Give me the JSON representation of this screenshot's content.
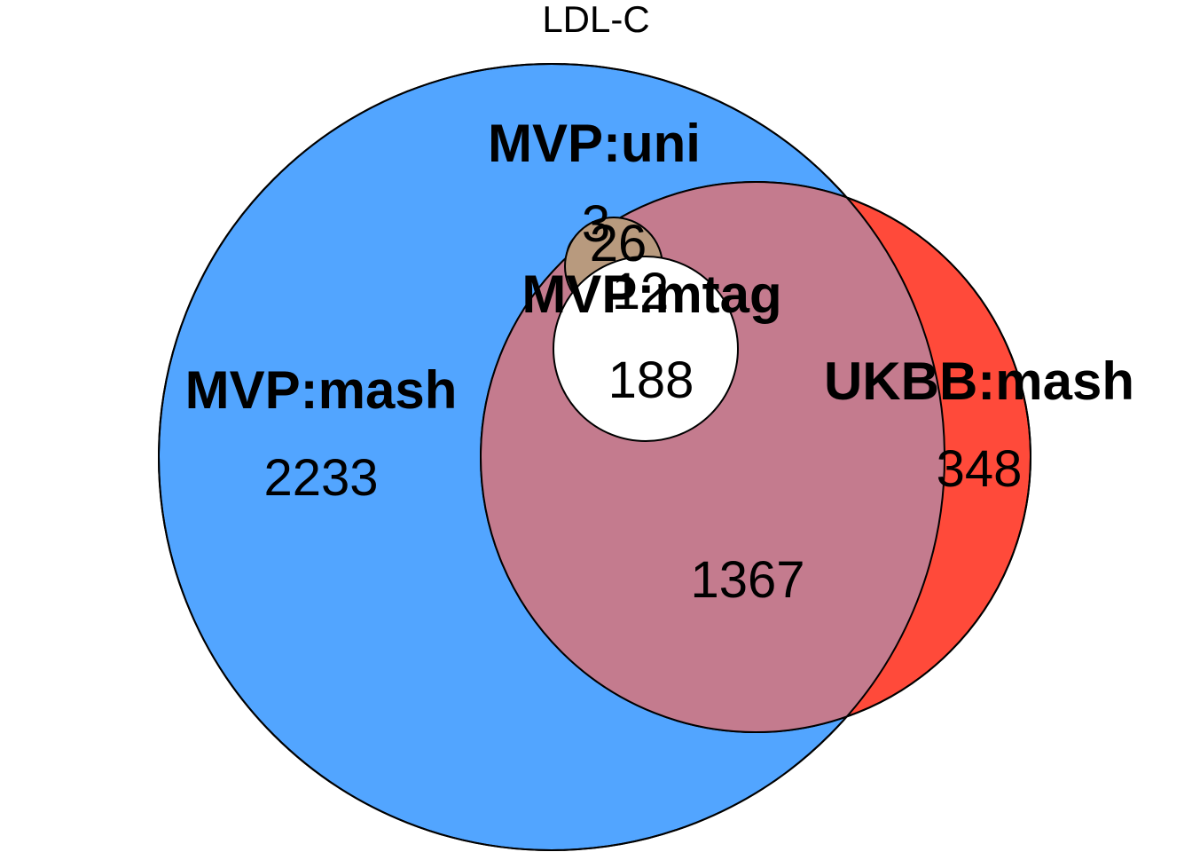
{
  "title": "LDL-C",
  "sets": {
    "mvp_mash": {
      "label": "MVP:mash",
      "color": "#52a5ff"
    },
    "ukbb_mash": {
      "label": "UKBB:mash",
      "color": "#ff4a3a"
    },
    "mvp_uni": {
      "label": "MVP:uni",
      "color": "#7fe07f"
    },
    "mvp_mtag": {
      "label": "MVP:mtag",
      "color": "#ffffff"
    }
  },
  "overlap_colors": {
    "mash_ukbb": "#c47b8e",
    "uni_overlap": "#b89a7e"
  },
  "counts": {
    "mvp_mash_only": "2233",
    "ukbb_mash_only": "348",
    "mash_and_ukbb": "1367",
    "mtag_region": "188",
    "uni_a": "3",
    "uni_b": "26",
    "uni_mtag": "12"
  }
}
